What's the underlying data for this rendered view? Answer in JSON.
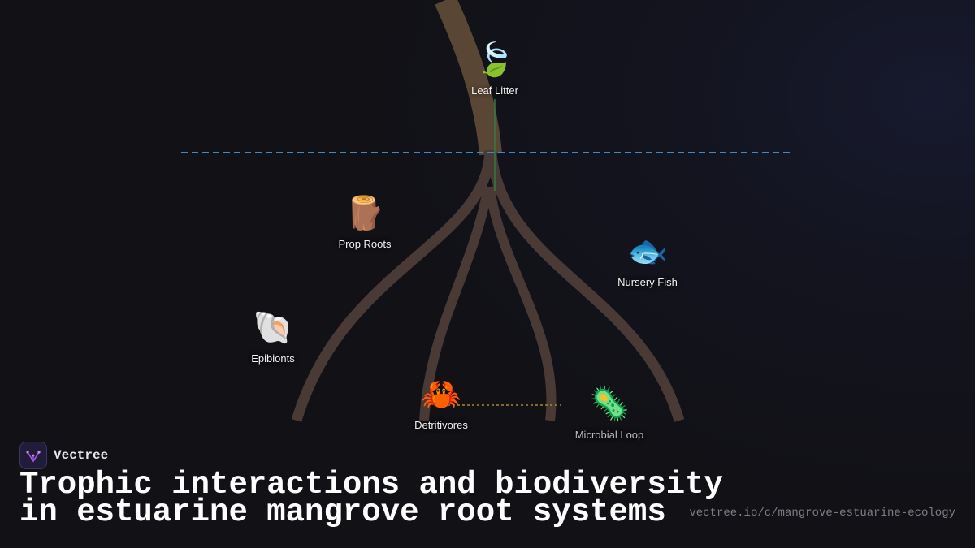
{
  "nodes": {
    "leaf_litter": {
      "label": "Leaf Litter",
      "glyph": "🍃"
    },
    "prop_roots": {
      "label": "Prop Roots",
      "glyph": "🪵"
    },
    "nursery_fish": {
      "label": "Nursery Fish",
      "glyph": "🐟"
    },
    "epibionts": {
      "label": "Epibionts",
      "glyph": "🐚"
    },
    "detritivores": {
      "label": "Detritivores",
      "glyph": "🦀"
    },
    "microbial_loop": {
      "label": "Microbial Loop",
      "glyph": "🦠"
    }
  },
  "brand": {
    "name": "Vectree"
  },
  "title": {
    "line1": "Trophic interactions and biodiversity",
    "line2": "in estuarine mangrove root systems"
  },
  "url": "vectree.io/c/mangrove-estuarine-ecology",
  "colors": {
    "root": "#4a3a36",
    "trunk": "#5a4634",
    "waterline": "#3a8ad0",
    "link_green": "#2f7a45",
    "link_gold": "#a58a2a"
  }
}
